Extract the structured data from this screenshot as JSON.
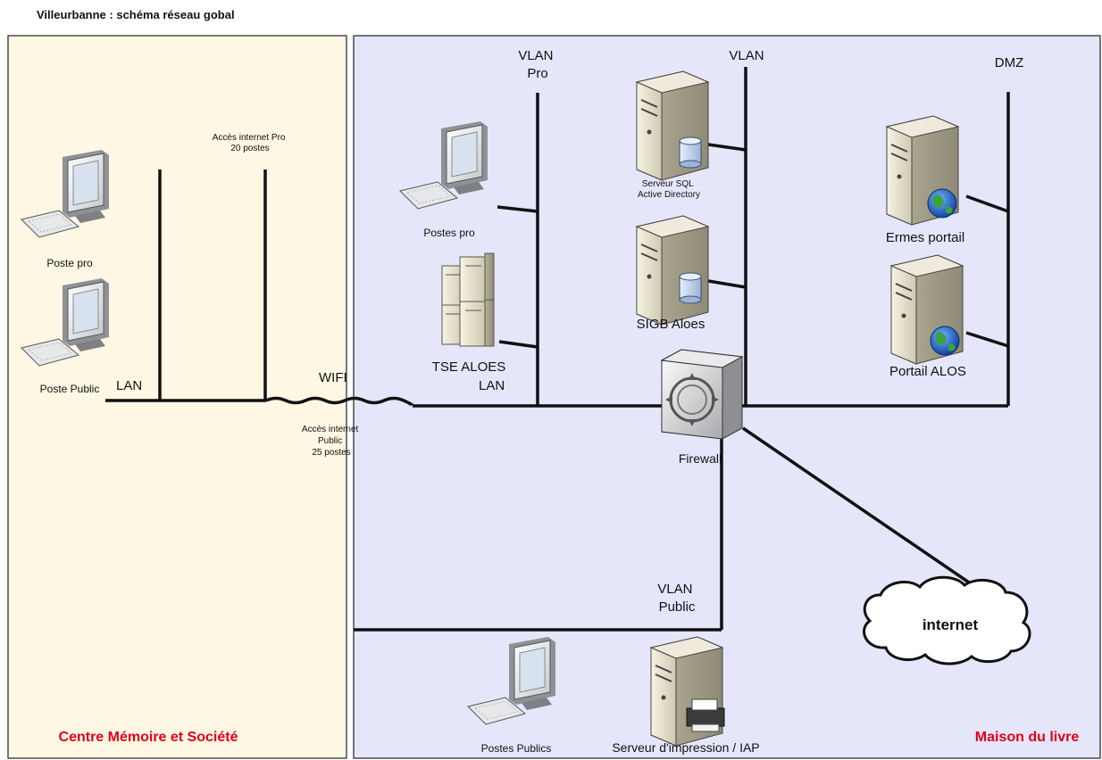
{
  "title": "Villeurbanne : schéma réseau gobal",
  "zones": {
    "left_label": "Centre Mémoire et Société",
    "right_label": "Maison du livre",
    "left_color": "#fdf7e3",
    "right_color": "#e5e6fa",
    "label_color": "#e0001b"
  },
  "segments": {
    "vlan_pro": [
      "VLAN",
      "Pro"
    ],
    "vlan": "VLAN",
    "dmz": "DMZ",
    "vlan_public": [
      "VLAN",
      "Public"
    ],
    "lan_left": "LAN",
    "lan_center": "LAN",
    "wifi": "WIFI"
  },
  "notes": {
    "acces_pro": [
      "Accès internet Pro",
      "20 postes"
    ],
    "acces_public": [
      "Accès internet",
      "Public",
      "25 postes"
    ]
  },
  "devices": {
    "poste_pro": "Poste pro",
    "poste_public": "Poste Public",
    "postes_pro": "Postes pro",
    "tse": "TSE ALOES",
    "sql": [
      "Serveur SQL",
      "Active Directory"
    ],
    "sigb": "SIGB Aloes",
    "ermes": "Ermes portail",
    "portail": "Portail ALOS",
    "firewall": "Firewall",
    "internet": "internet",
    "postes_publics": "Postes Publics",
    "print_server": "Serveur d'impression / IAP"
  }
}
